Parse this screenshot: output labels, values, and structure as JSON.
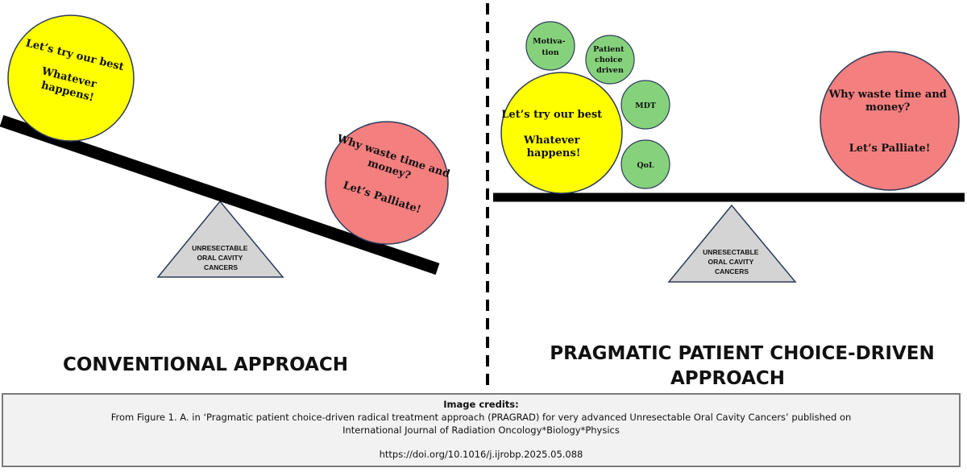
{
  "left": {
    "yellow": {
      "line1": "Let’s try our best",
      "line2": "Whatever",
      "line3": "happens!"
    },
    "red": {
      "line1": "Why waste time and",
      "line2": "money?",
      "line3": "Let’s Palliate!"
    },
    "fulcrum": {
      "line1": "UNRESECTABLE",
      "line2": "ORAL CAVITY",
      "line3": "CANCERS"
    },
    "heading": "CONVENTIONAL APPROACH"
  },
  "right": {
    "small": {
      "motivation1": "Motiva-",
      "motivation2": "tion",
      "patient1": "Patient",
      "patient2": "choice",
      "patient3": "driven",
      "mdt": "MDT",
      "qol": "QoL"
    },
    "yellow": {
      "line1": "Let’s try our best",
      "line2": "Whatever",
      "line3": "happens!"
    },
    "red": {
      "line1": "Why waste time and",
      "line2": "money?",
      "line3": "Let’s Palliate!"
    },
    "fulcrum": {
      "line1": "UNRESECTABLE",
      "line2": "ORAL CAVITY",
      "line3": "CANCERS"
    },
    "heading1": "PRAGMATIC PATIENT CHOICE-DRIVEN",
    "heading2": "APPROACH"
  },
  "colors": {
    "yellow": "#ffff00",
    "red": "#f47f7f",
    "green": "#86d27c",
    "triangle": "#d4d4d4",
    "beam": "#000000"
  },
  "credits": {
    "title": "Image credits:",
    "line1": "From Figure 1. A. in ‘Pragmatic patient choice-driven radical treatment approach (PRAGRAD) for very advanced Unresectable Oral Cavity Cancers’ published on",
    "line2": "International Journal of Radiation Oncology*Biology*Physics",
    "doi": "https://doi.org/10.1016/j.ijrobp.2025.05.088"
  }
}
